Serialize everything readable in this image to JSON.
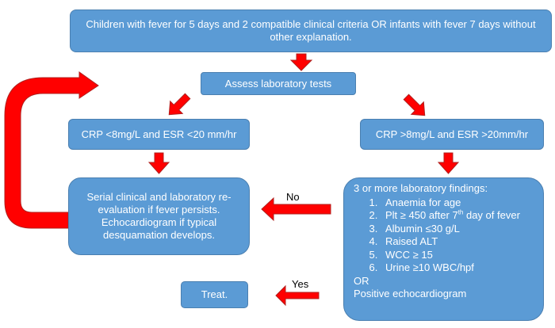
{
  "boxes": {
    "entry": "Children with fever for 5 days and 2 compatible clinical criteria OR infants with fever 7 days without other explanation.",
    "assess": "Assess laboratory tests",
    "low_markers": "CRP <8mg/L and ESR <20 mm/hr",
    "high_markers": "CRP >8mg/L and ESR >20mm/hr",
    "serial": "Serial clinical and laboratory re-evaluation if fever persists. Echocardiogram if typical desquamation develops.",
    "treat": "Treat."
  },
  "findings": {
    "heading": "3 or more laboratory findings:",
    "items": [
      {
        "text": "Anaemia for age"
      },
      {
        "text_before": "Plt ≥ 450 after 7",
        "sup": "th",
        "text_after": " day of fever"
      },
      {
        "text": "Albumin ≤30 g/L"
      },
      {
        "text": "Raised ALT"
      },
      {
        "text": "WCC ≥ 15"
      },
      {
        "text": "Urine ≥10 WBC/hpf"
      }
    ],
    "or_label": "OR",
    "alternative": "Positive echocardiogram"
  },
  "edges": {
    "no_label": "No",
    "yes_label": "Yes"
  },
  "colors": {
    "box_fill": "#5b9bd5",
    "box_border": "#4a7fb0",
    "arrow_fill": "#ff0000",
    "arrow_stroke": "#b0201e"
  }
}
